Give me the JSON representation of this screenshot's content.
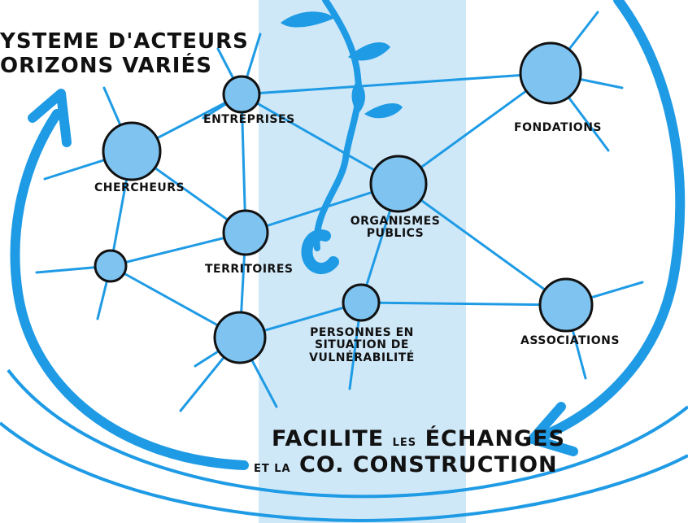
{
  "colors": {
    "accent": "#1f9be5",
    "band": "#cfe8f8",
    "node_fill": "#7fc3f0",
    "stroke": "#111111",
    "text": "#111111"
  },
  "header": {
    "line1": "YSTEME D'ACTEURS",
    "line2": "ORIZONS VARIÉS"
  },
  "footer": {
    "line1_big": "FACILITE",
    "line1_small": "LES",
    "line1_big2": "ÉCHANGES",
    "line2_small": "ET LA",
    "line2_big": "CO. CONSTRUCTION"
  },
  "nodes": {
    "entreprises": "ENTREPRISES",
    "chercheurs": "CHERCHEURS",
    "fondations": "FONDATIONS",
    "organismes_l1": "ORGANISMES",
    "organismes_l2": "PUBLICS",
    "territoires": "TERRITOIRES",
    "personnes_l1": "PERSONNES EN",
    "personnes_l2": "SITUATION DE",
    "personnes_l3": "VULNÉRABILITÉ",
    "associations": "ASSOCIATIONS"
  }
}
